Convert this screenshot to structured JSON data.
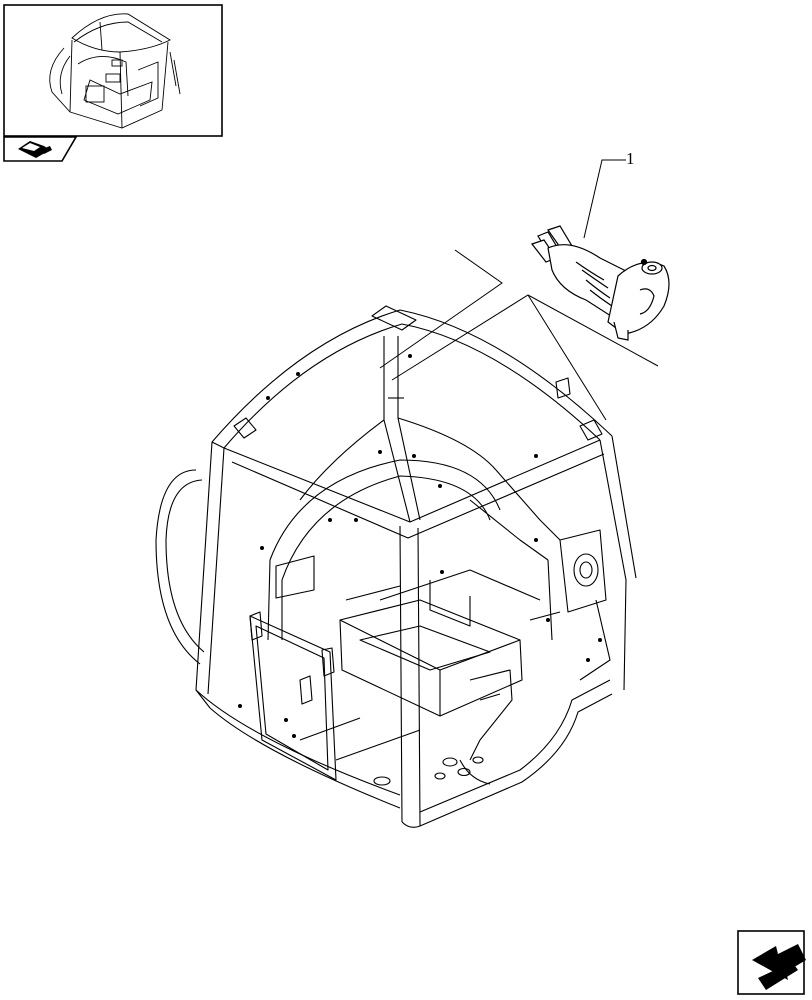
{
  "diagram": {
    "callouts": [
      {
        "number": "1",
        "part": "connector-socket"
      }
    ],
    "icons": {
      "thumbnail": "cab-overview-thumbnail",
      "reference": "reference-book-icon",
      "navigation": "next-page-arrow-icon"
    },
    "colors": {
      "line": "#000000",
      "background": "#ffffff"
    }
  }
}
